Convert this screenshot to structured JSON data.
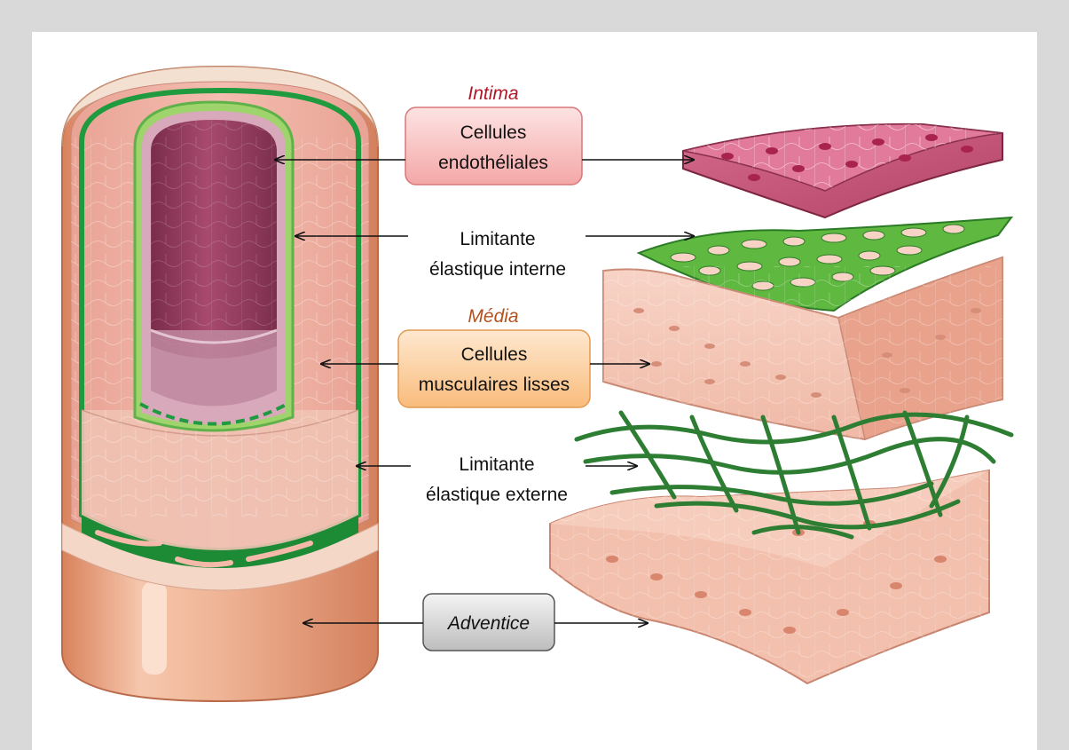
{
  "labels": {
    "intima_title": "Intima",
    "cellules_endo_line1": "Cellules",
    "cellules_endo_line2": "endothéliales",
    "lei_line1": "Limitante",
    "lei_line2": "élastique interne",
    "media_title": "Média",
    "cml_line1": "Cellules",
    "cml_line2": "musculaires lisses",
    "lee_line1": "Limitante",
    "lee_line2": "élastique externe",
    "adventice": "Adventice"
  },
  "colors": {
    "intima_title": "#b0182a",
    "media_title": "#b4521c",
    "intima_box": "#f7b7b7",
    "media_box": "#fbc992",
    "adventice_box": "#d0d0d0",
    "elastic_green": "#1f9a3e",
    "endothelium": "#c4567a",
    "media_tissue": "#f1b6a6",
    "adventitia": "#e59e7c"
  }
}
